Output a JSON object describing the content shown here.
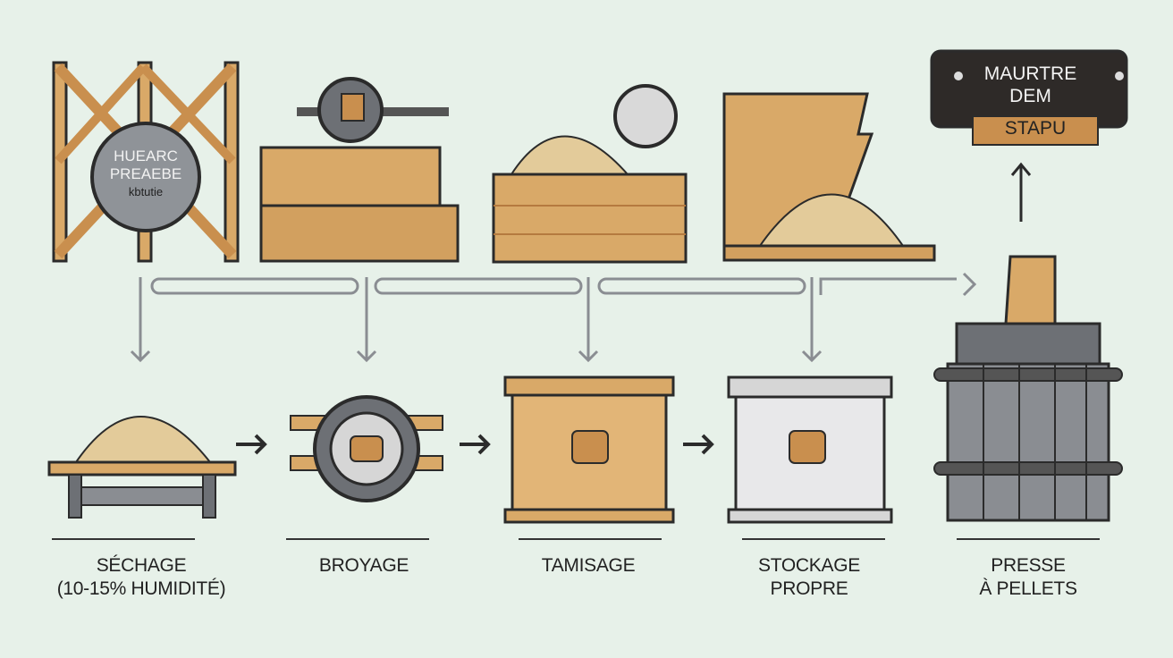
{
  "badge": {
    "line1": "HUEARC",
    "line2": "PREAEBE",
    "line3": "kbtutie"
  },
  "sign": {
    "line1": "MAURTRE",
    "line2": "DEM",
    "plank": "STAPU"
  },
  "steps": [
    {
      "line1": "SÉCHAGE",
      "line2": "(10-15% HUMIDITÉ)"
    },
    {
      "line1": "BROYAGE",
      "line2": ""
    },
    {
      "line1": "TAMISAGE",
      "line2": ""
    },
    {
      "line1": "STOCKAGE",
      "line2": "PROPRE"
    },
    {
      "line1": "PRESSE",
      "line2": "À PELLETS"
    }
  ],
  "colors": {
    "wood": "#d9a968",
    "woodDark": "#b57a3f",
    "outline": "#2b2b2b",
    "metal": "#8a8d92",
    "background": "#e7f1e9"
  }
}
